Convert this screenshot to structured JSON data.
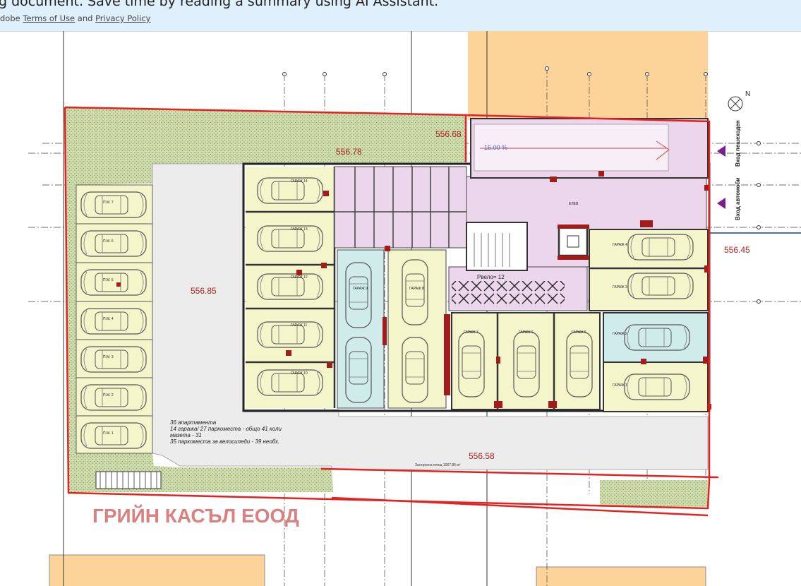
{
  "banner": {
    "message": "g document. Save time by reading a summary using AI Assistant.",
    "prefix": "dobe",
    "terms_label": "Terms of Use",
    "and_label": "and",
    "privacy_label": "Privacy Policy"
  },
  "plan": {
    "elevations": {
      "e1": "556.68",
      "e2": "556.78",
      "e3": "556.85",
      "e4": "556.45",
      "e5": "556.58"
    },
    "ramp_slope": "15.00 %",
    "ramp_note": "Рвело= 12",
    "entrance_pedestrian": "Вход пешеходен",
    "entrance_cars": "Вход автомоби",
    "summary": [
      "36 апартамента",
      "14 гаража/ 27 паркоместа - общо 41 коли",
      "мазета - 31",
      "35 паркоместа за велосипеди - 39 необх."
    ],
    "company": "ГРИЙН КАСЪЛ ЕООД",
    "garage_labels": [
      "ГАРАЖ 14",
      "ГАРАЖ 13",
      "ГАРАЖ 12",
      "ГАРАЖ 11",
      "ГАРАЖ 10",
      "ГАРАЖ 9",
      "ГАРАЖ 8",
      "ГАРАЖ 7",
      "ГАРАЖ 6",
      "ГАРАЖ 5",
      "ГАРАЖ 4",
      "ГАРАЖ 3",
      "ГАРАЖ 2",
      "ГАРАЖ 1"
    ],
    "parking_labels": [
      "П.М. 7",
      "П.М. 6",
      "П.М. 5",
      "П.М. 4",
      "П.М. 3",
      "П.М. 2",
      "П.М. 1"
    ],
    "area_note": "Застроена площ 1067.85 м²",
    "tower": "ЕЛЕВ",
    "compass": "N"
  },
  "colors": {
    "boundary": "#e32222",
    "garage_fill": "#f5f5cc",
    "storage_fill": "#ecd6ec",
    "cyan_fill": "#cfeceb",
    "hatch_green": "#c8d8a8",
    "orange": "#fcd49a",
    "company_text": "#d98080"
  }
}
